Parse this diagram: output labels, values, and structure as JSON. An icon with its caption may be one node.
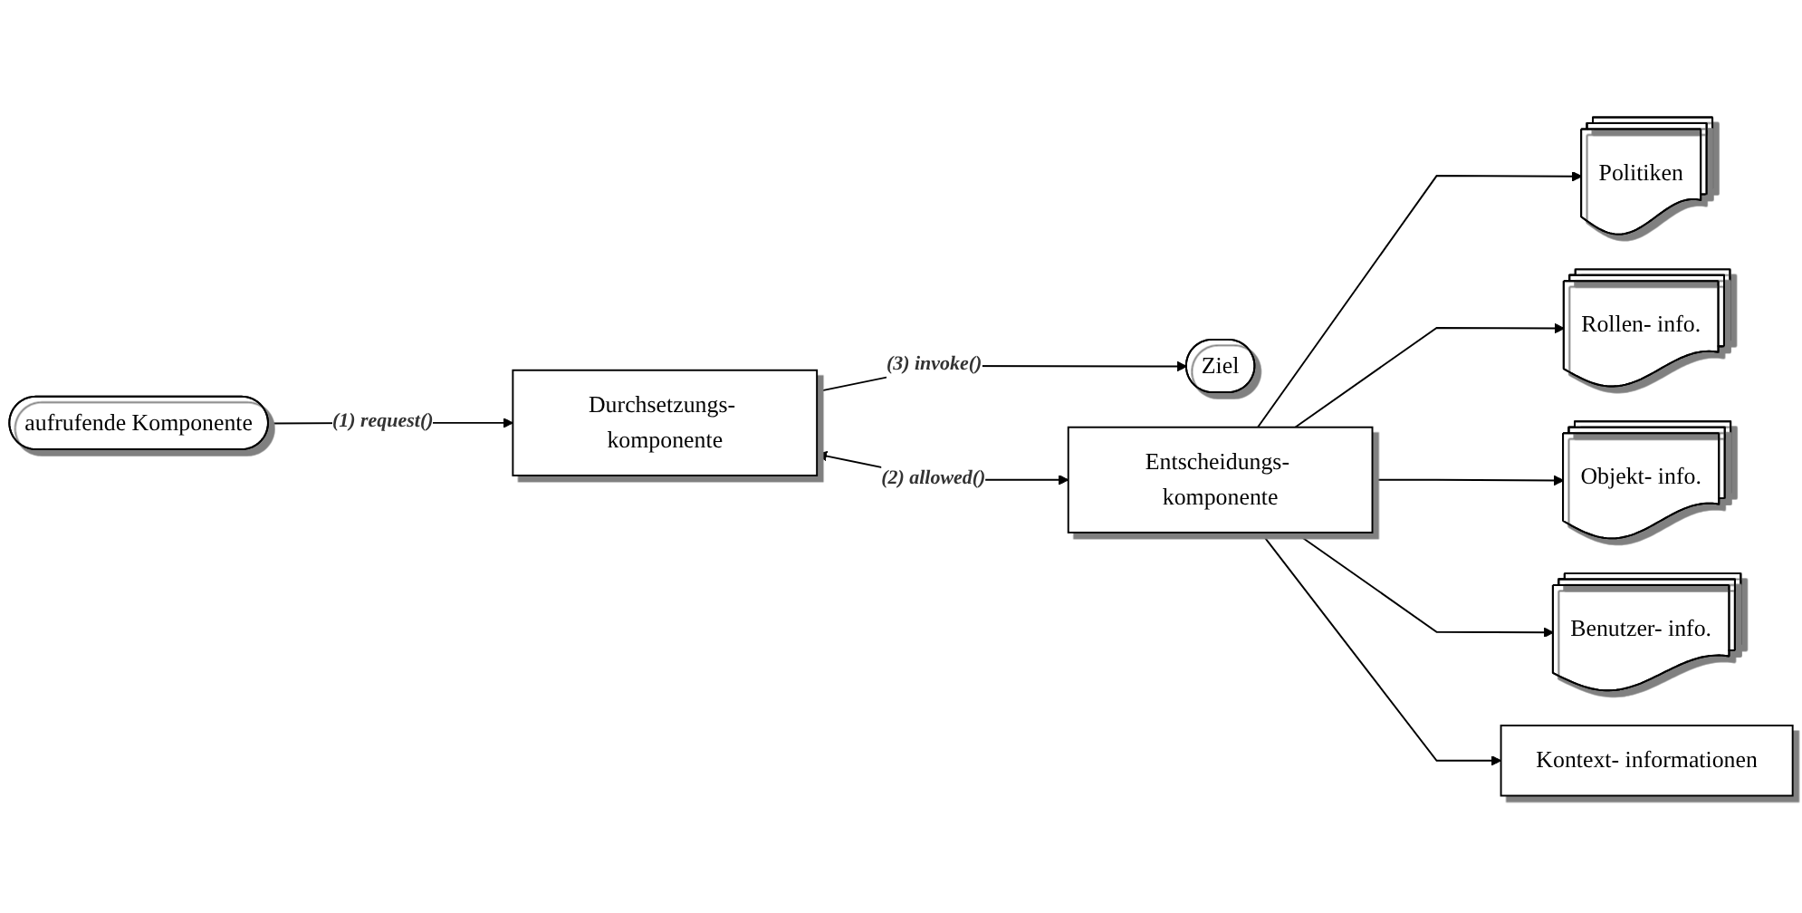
{
  "diagram": {
    "nodes": [
      {
        "text": [
          "aufrufende Komponente"
        ]
      },
      {
        "text": [
          "Durchsetzungs- komponente"
        ]
      },
      {
        "text": [
          "Ziel"
        ]
      },
      {
        "text": [
          "Entscheidungs- komponente"
        ]
      },
      {
        "text": [
          "Politiken"
        ]
      },
      {
        "text": [
          "Rollen- info."
        ]
      },
      {
        "text": [
          "Objekt- info."
        ]
      },
      {
        "text": [
          "Benutzer- info."
        ]
      },
      {
        "text": [
          "Kontext- informationen"
        ]
      }
    ],
    "edges": [
      {
        "from": 0,
        "to": 1,
        "arrow": "to",
        "label": "(1) request()"
      },
      {
        "from": 1,
        "to": 2,
        "arrow": "to",
        "label": "(3) invoke()"
      },
      {
        "from": 1,
        "to": 3,
        "arrow": "both",
        "label": "(2) allowed()"
      },
      {
        "from": 3,
        "to": 4,
        "arrow": "to"
      },
      {
        "from": 3,
        "to": 5,
        "arrow": "to"
      },
      {
        "from": 3,
        "to": 6,
        "arrow": "to"
      },
      {
        "from": 3,
        "to": 7,
        "arrow": "to"
      },
      {
        "from": 3,
        "to": 8,
        "arrow": "to"
      }
    ]
  }
}
